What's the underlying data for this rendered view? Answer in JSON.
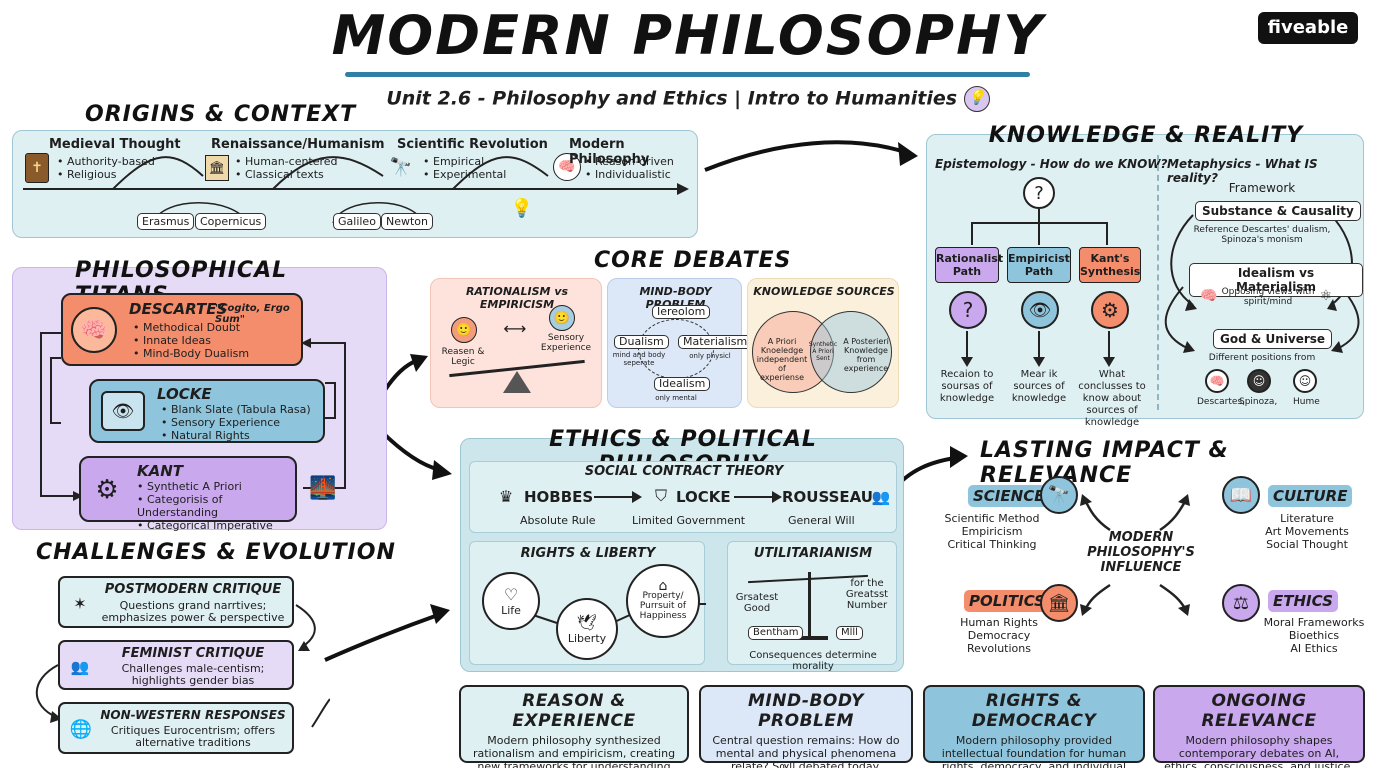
{
  "header": {
    "title": "MODERN PHILOSOPHY",
    "subtitle": "Unit 2.6 - Philosophy and Ethics | Intro to Humanities",
    "logo": "fiveable"
  },
  "origins": {
    "title": "ORIGINS & CONTEXT",
    "stages": [
      {
        "name": "Medieval Thought",
        "points": [
          "Authority-based",
          "Religious"
        ]
      },
      {
        "name": "Renaissance/Humanism",
        "points": [
          "Human-centered",
          "Classical texts"
        ]
      },
      {
        "name": "Scientific Revolution",
        "points": [
          "Empirical",
          "Experimental"
        ]
      },
      {
        "name": "Modern Philosophy",
        "points": [
          "Reason-driven",
          "Individualistic"
        ]
      }
    ],
    "people": [
      "Erasmus",
      "Copernicus",
      "Galileo",
      "Newton"
    ]
  },
  "titans": {
    "title": "PHILOSOPHICAL TITANS",
    "descartes": {
      "name": "DESCARTES",
      "quote": "\"Cogito, Ergo Sum\"",
      "points": [
        "Methodical Doubt",
        "Innate Ideas",
        "Mind-Body Dualism"
      ]
    },
    "locke": {
      "name": "LOCKE",
      "points": [
        "Blank Slate (Tabula Rasa)",
        "Sensory Experience",
        "Natural Rights"
      ]
    },
    "kant": {
      "name": "KANT",
      "points": [
        "Synthetic A Priori",
        "Categorisis of Understanding",
        "Categorical Imperative"
      ]
    }
  },
  "core_debates": {
    "title": "CORE DEBATES",
    "rat_emp": {
      "title": "RATIONALISM vs EMPIRICISM",
      "left": "Reasen & Legic",
      "right": "Sensory Experience"
    },
    "mind_body": {
      "title": "MIND-BODY PROBLEM",
      "top": "Iereolom",
      "left": "Dualism",
      "left_sub": "mind and body seperate",
      "right": "Materialism",
      "right_sub": "only physicl",
      "bottom": "Idealism",
      "bottom_sub": "only mental"
    },
    "sources": {
      "title": "KNOWLEDGE SOURCES",
      "left": "A Priori Knoeledge independent of experiense",
      "middle": "Synthetic A Priori Sent",
      "right": "A Posterieri Knowledge from experience"
    }
  },
  "knowledge": {
    "title": "KNOWLEDGE & REALITY",
    "epistemology": "Epistemology - How do we KNOW?",
    "metaphysics": "Metaphysics - What IS reality?",
    "paths": [
      {
        "name": "Rationalist Path",
        "desc": "Recaion to soursas of knowledge"
      },
      {
        "name": "Empiricist Path",
        "desc": "Mear ik sources of knowledge"
      },
      {
        "name": "Kant's Synthesis",
        "desc": "What conclusses to know about sources of knowledge"
      }
    ],
    "framework": "Framework",
    "substance": "Substance & Causality",
    "substance_desc": "Reference Descartes' dualism, Spinoza's monism",
    "idealism": "Idealism vs Materialism",
    "idealism_desc": "Opposing views with spirit/mind",
    "god": "God & Universe",
    "god_desc": "Different positions from",
    "thinkers": [
      "Descartes,",
      "Spinoza,",
      "Hume"
    ]
  },
  "ethics": {
    "title": "ETHICS & POLITICAL PHILOSOPHY",
    "social_contract": "SOCIAL CONTRACT THEORY",
    "hobbes": "HOBBES",
    "hobbes_sub": "Absolute Rule",
    "locke": "LOCKE",
    "locke_sub": "Limited Government",
    "rousseau": "ROUSSEAU",
    "rousseau_sub": "General Will",
    "rights_title": "RIGHTS & LIBERTY",
    "rights": [
      "Life",
      "Liberty",
      "Property/ Purrsuit of Happiness"
    ],
    "util_title": "UTILITARIANISM",
    "util_left": "Grsatest Good",
    "util_right": "for the Greatsst Number",
    "bentham": "Bentham",
    "mill": "Mlll",
    "util_bottom": "Consequences determine morality"
  },
  "impact": {
    "title": "LASTING IMPACT & RELEVANCE",
    "center": "MODERN PHILOSOPHY'S INFLUENCE",
    "science": {
      "name": "SCIENCE",
      "items": [
        "Scientific Method",
        "Empiricism",
        "Critical Thinking"
      ]
    },
    "culture": {
      "name": "CULTURE",
      "items": [
        "Literature",
        "Art Movements",
        "Social Thought"
      ]
    },
    "politics": {
      "name": "POLITICS",
      "items": [
        "Human Rights",
        "Democracy",
        "Revolutions"
      ]
    },
    "ethics": {
      "name": "ETHICS",
      "items": [
        "Moral Frameworks",
        "Bioethics",
        "AI Ethics"
      ]
    }
  },
  "challenges": {
    "title": "CHALLENGES & EVOLUTION",
    "items": [
      {
        "name": "POSTMODERN CRITIQUE",
        "desc": "Questions grand narrtives; emphasizes power & perspective"
      },
      {
        "name": "FEMINIST CRITIQUE",
        "desc": "Challenges male-centism; highlights gender bias"
      },
      {
        "name": "NON-WESTERN RESPONSES",
        "desc": "Critiques Eurocentrism; offers alternative traditions"
      }
    ]
  },
  "bottom": [
    {
      "title": "REASON & EXPERIENCE",
      "text": "Modern philosophy synthesized rationalism and empiricism, creating new frameworks for understanding knowledge."
    },
    {
      "title": "MIND-BODY PROBLEM",
      "text": "Central question remains: How do mental and physical phenomena relate? Sѹll debated today."
    },
    {
      "title": "RIGHTS & DEMOCRACY",
      "text": "Modern philosophy provided intellectual foundation for human rights, democracy, and individual liberty."
    },
    {
      "title": "ONGOING RELEVANCE",
      "text": "Modern philosophy shapes contemporary debates on AI, ethics, consciousness, and justice."
    }
  ]
}
